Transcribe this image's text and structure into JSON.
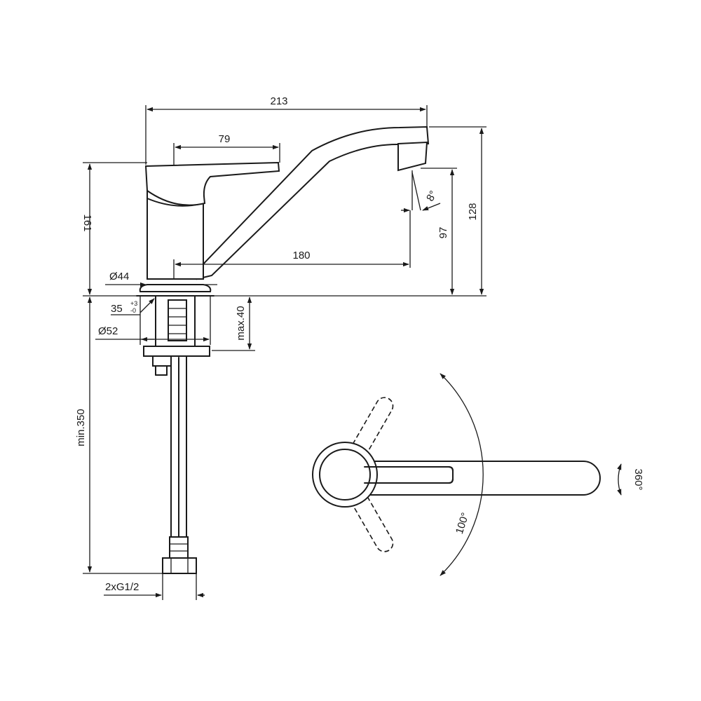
{
  "dimensions": {
    "overall_width": "213",
    "lever_length": "79",
    "spout_reach": "180",
    "total_height": "128",
    "spout_height": "97",
    "body_height_cropped": "161",
    "base_diameter": "Ø44",
    "hole_min": "35",
    "tol_plus": "+3",
    "tol_minus": "-0",
    "escutcheon_diameter": "Ø52",
    "deck_thickness": "max.40",
    "hose_length": "min.350",
    "connection": "2xG1/2",
    "spout_angle": "8°",
    "lever_swing": "100°",
    "spout_rotation": "360°"
  }
}
